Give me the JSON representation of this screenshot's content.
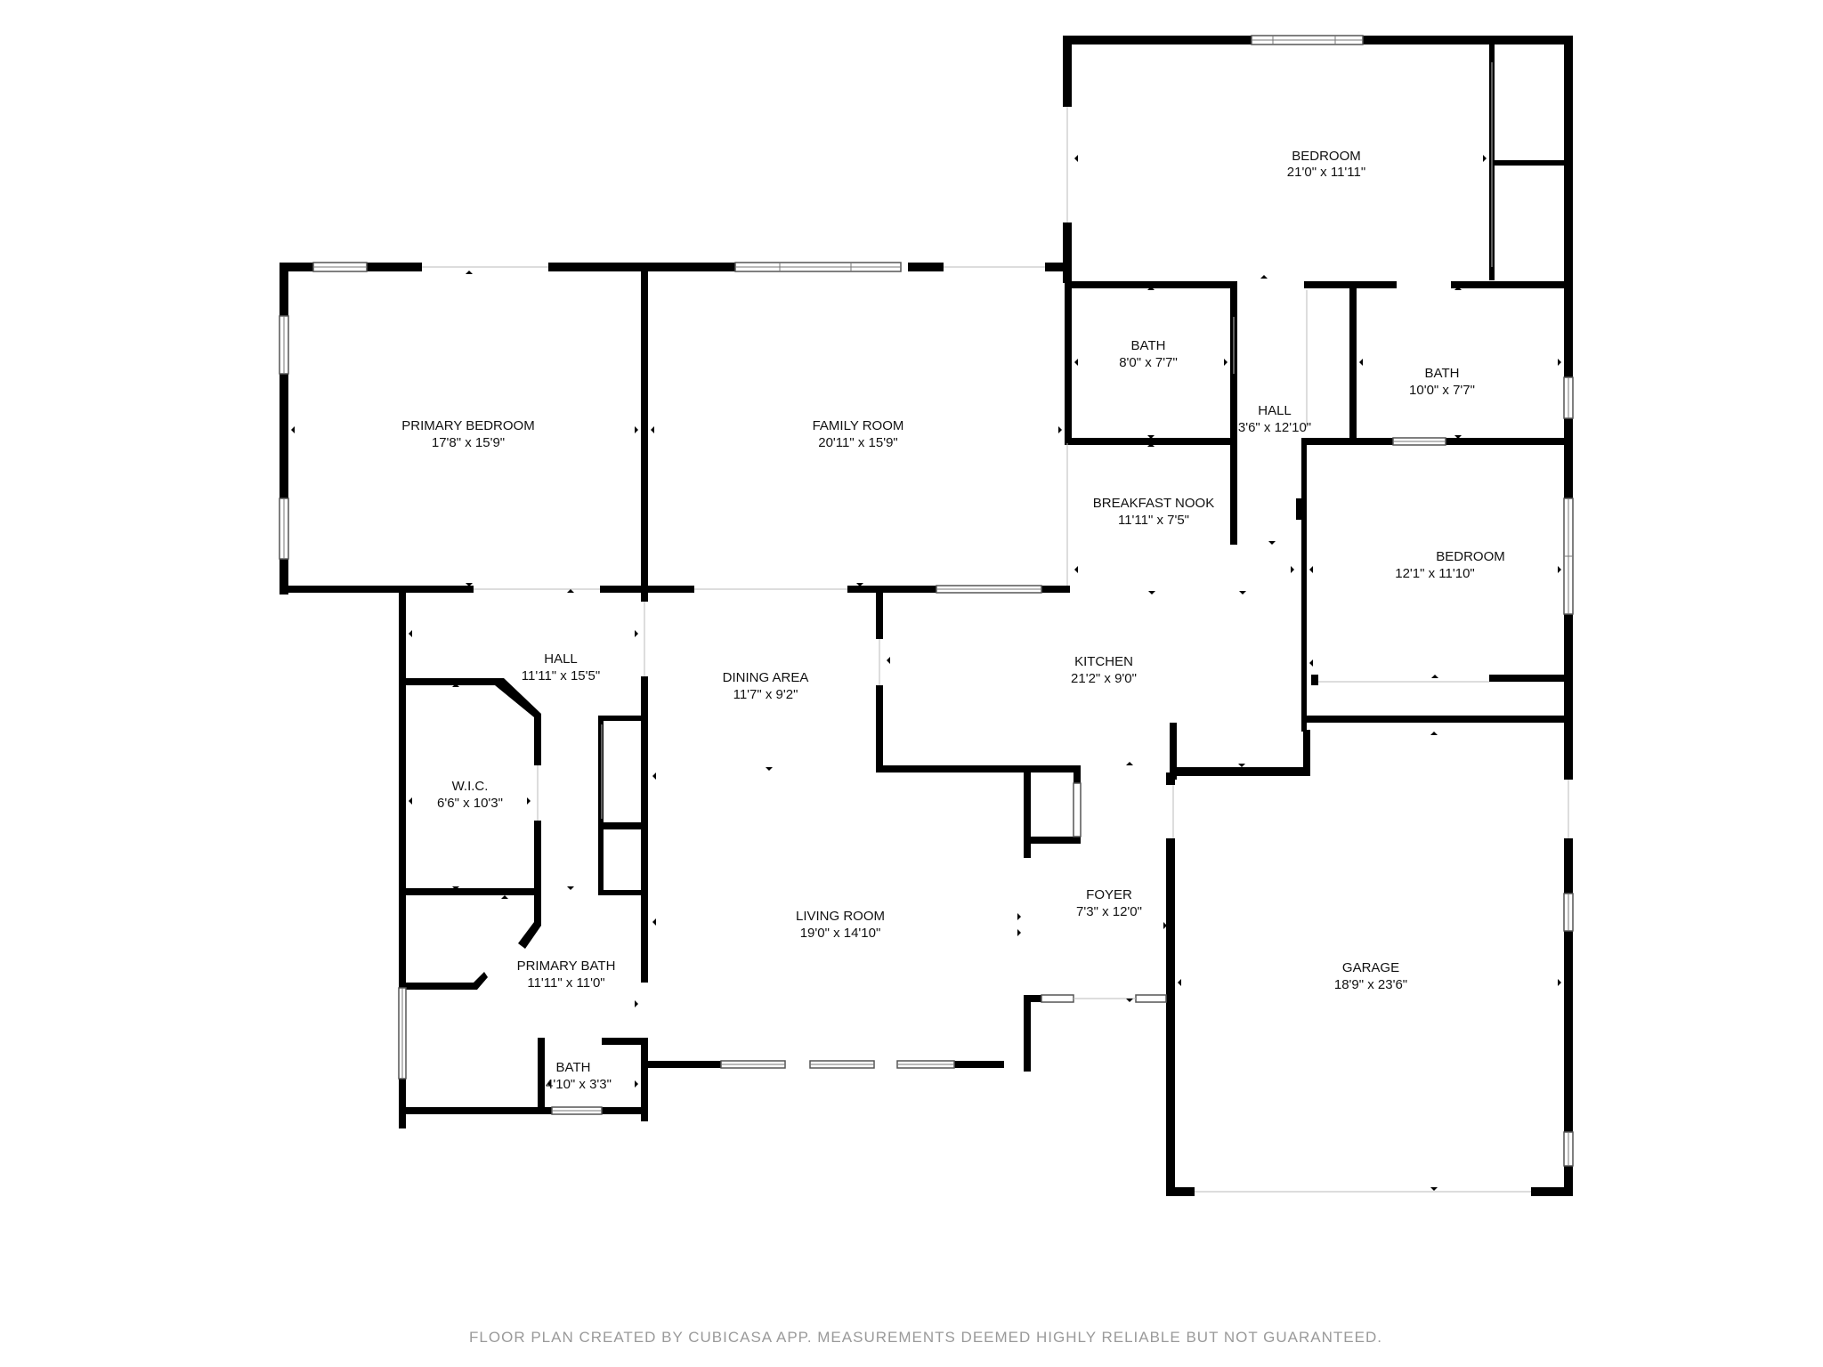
{
  "rooms": {
    "bedroom_north": {
      "name": "BEDROOM",
      "dims": "21'0\" x 11'11\""
    },
    "primary_bedroom": {
      "name": "PRIMARY BEDROOM",
      "dims": "17'8\" x 15'9\""
    },
    "family_room": {
      "name": "FAMILY ROOM",
      "dims": "20'11\" x 15'9\""
    },
    "bath_west": {
      "name": "BATH",
      "dims": "8'0\" x 7'7\""
    },
    "hall_east": {
      "name": "HALL",
      "dims": "3'6\" x 12'10\""
    },
    "bath_east": {
      "name": "BATH",
      "dims": "10'0\" x 7'7\""
    },
    "breakfast_nook": {
      "name": "BREAKFAST NOOK",
      "dims": "11'11\" x 7'5\""
    },
    "bedroom_east": {
      "name": "BEDROOM",
      "dims": "12'1\" x 11'10\""
    },
    "hall_west": {
      "name": "HALL",
      "dims": "11'11\" x 15'5\""
    },
    "dining_area": {
      "name": "DINING AREA",
      "dims": "11'7\" x 9'2\""
    },
    "kitchen": {
      "name": "KITCHEN",
      "dims": "21'2\" x 9'0\""
    },
    "wic": {
      "name": "W.I.C.",
      "dims": "6'6\" x 10'3\""
    },
    "living_room": {
      "name": "LIVING ROOM",
      "dims": "19'0\" x 14'10\""
    },
    "foyer": {
      "name": "FOYER",
      "dims": "7'3\" x 12'0\""
    },
    "primary_bath": {
      "name": "PRIMARY BATH",
      "dims": "11'11\" x 11'0\""
    },
    "garage": {
      "name": "GARAGE",
      "dims": "18'9\" x 23'6\""
    },
    "bath_small": {
      "name": "BATH",
      "dims": "4'10\" x 3'3\""
    }
  },
  "footer": "FLOOR PLAN CREATED BY CUBICASA APP. MEASUREMENTS DEEMED HIGHLY RELIABLE BUT NOT GUARANTEED.",
  "colors": {
    "wall": "#000000",
    "background": "#ffffff",
    "footer_text": "#9a9a9a"
  }
}
